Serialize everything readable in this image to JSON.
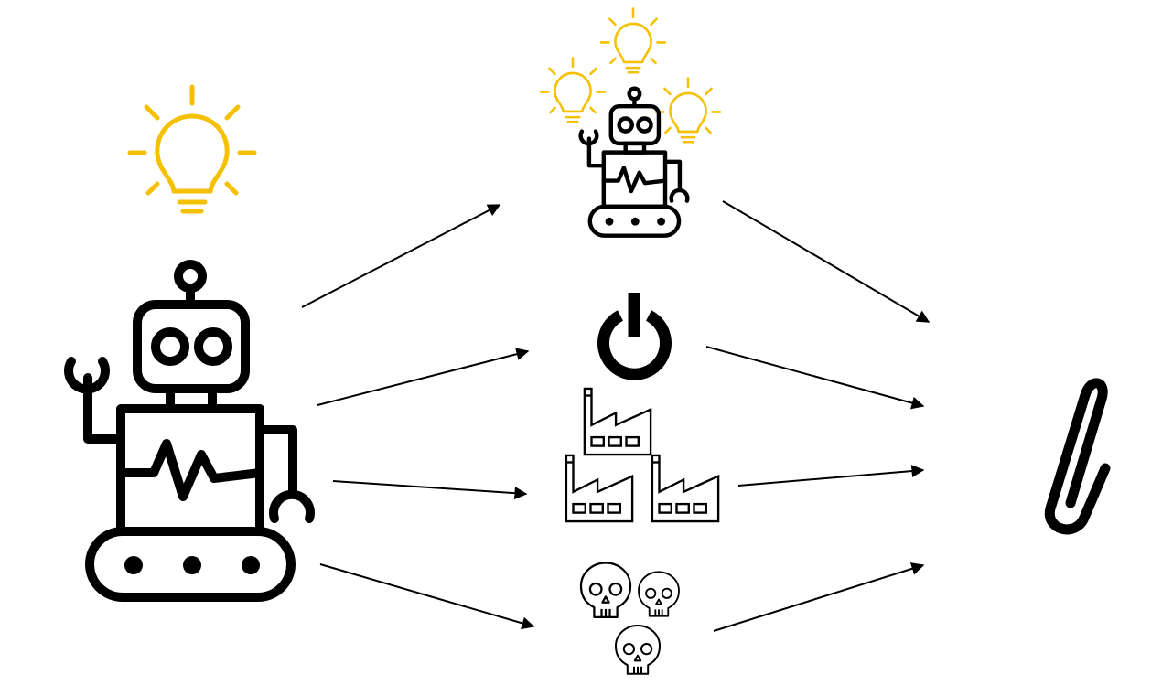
{
  "colors": {
    "ink": "#000000",
    "idea": "#f5c000",
    "background": "#ffffff"
  },
  "nodes": [
    {
      "id": "source",
      "icon": "robot-with-idea-icon"
    },
    {
      "id": "replicate",
      "icon": "small-robot-many-ideas-icon"
    },
    {
      "id": "power",
      "icon": "power-icon"
    },
    {
      "id": "factories",
      "icon": "factories-icon"
    },
    {
      "id": "death",
      "icon": "skulls-icon"
    },
    {
      "id": "goal",
      "icon": "paperclip-icon"
    }
  ],
  "edges": [
    {
      "from": "source",
      "to": "replicate"
    },
    {
      "from": "source",
      "to": "power"
    },
    {
      "from": "source",
      "to": "factories"
    },
    {
      "from": "source",
      "to": "death"
    },
    {
      "from": "replicate",
      "to": "goal"
    },
    {
      "from": "power",
      "to": "goal"
    },
    {
      "from": "factories",
      "to": "goal"
    },
    {
      "from": "death",
      "to": "goal"
    }
  ]
}
